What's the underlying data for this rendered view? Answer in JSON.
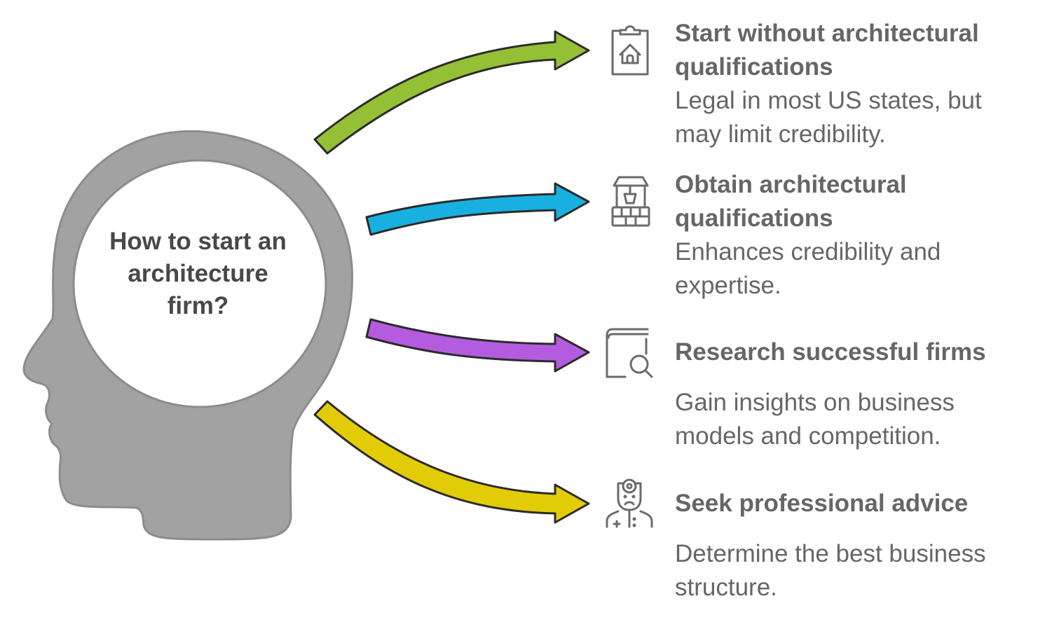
{
  "diagram": {
    "central_question": "How to start an architecture firm?",
    "central_lines": [
      "How to start an",
      "architecture",
      "firm?"
    ],
    "head_color": "#a2a2a2",
    "head_stroke": "#8c8c8c",
    "arrow_stroke": "#2b2b2b",
    "text_color": "#666666",
    "items": [
      {
        "title": "Start without architectural qualifications",
        "title_lines": [
          "Start without architectural",
          "qualifications"
        ],
        "description": "Legal in most US states, but may limit credibility.",
        "description_lines": [
          "Legal in most US states, but",
          "may limit credibility."
        ],
        "icon": "clipboard-house-icon",
        "arrow_color": "#93c034"
      },
      {
        "title": "Obtain architectural qualifications",
        "title_lines": [
          "Obtain architectural",
          "qualifications"
        ],
        "description": "Enhances credibility and expertise.",
        "description_lines": [
          "Enhances credibility and",
          "expertise."
        ],
        "icon": "wishing-well-icon",
        "arrow_color": "#18b0e1"
      },
      {
        "title": "Research successful firms",
        "title_lines": [
          "Research successful firms"
        ],
        "description": "Gain insights on business models and competition.",
        "description_lines": [
          "Gain insights on business",
          "models and competition."
        ],
        "icon": "book-search-icon",
        "arrow_color": "#b45ce0"
      },
      {
        "title": "Seek professional advice",
        "title_lines": [
          "Seek professional advice"
        ],
        "description": "Determine the best business structure.",
        "description_lines": [
          "Determine the best business",
          "structure."
        ],
        "icon": "doctor-icon",
        "arrow_color": "#e2cc08"
      }
    ]
  }
}
